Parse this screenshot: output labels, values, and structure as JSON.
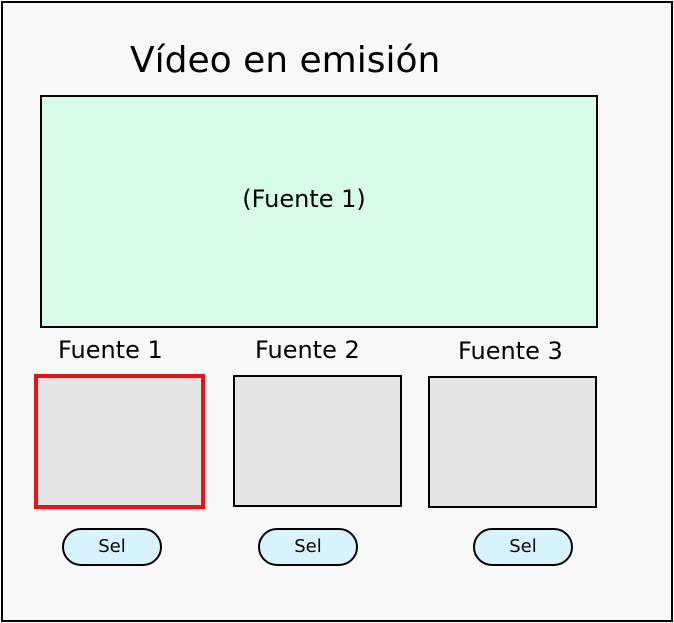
{
  "title": "Vídeo en emisión",
  "preview": {
    "label": "(Fuente 1)"
  },
  "sources": [
    {
      "label": "Fuente 1",
      "button_label": "Sel",
      "selected": true
    },
    {
      "label": "Fuente 2",
      "button_label": "Sel",
      "selected": false
    },
    {
      "label": "Fuente 3",
      "button_label": "Sel",
      "selected": false
    }
  ],
  "colors": {
    "background": "#f9f8f9",
    "preview_fill": "#d6fce8",
    "thumbnail_fill": "#e6e5e6",
    "selected_border": "#ee1111",
    "button_fill": "#d7f4fe"
  }
}
